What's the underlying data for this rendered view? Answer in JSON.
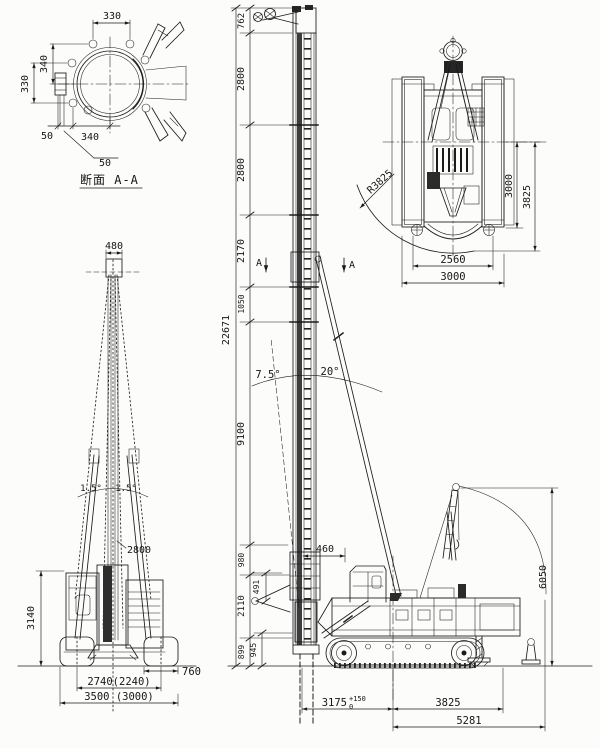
{
  "section_view": {
    "title": "断面 A-A",
    "dim_top": "330",
    "dim_left_inner": "340",
    "dim_left_outer": "330",
    "dim_bottom_offset": "50",
    "dim_bottom": "340",
    "dim_leader": "50"
  },
  "plan_view": {
    "dim_radius": "R3825",
    "dim_body_len": "3000",
    "dim_tail_len": "3825",
    "dim_track_centers": "2560",
    "dim_overall_width": "3000"
  },
  "front_view": {
    "dim_head_width": "480",
    "angle_left": "1.5°",
    "angle_right": "1.5°",
    "dim_leg_spread": "2800",
    "dim_body_height": "3140",
    "dim_shoe_width": "760",
    "dim_gauge": "2740(2240)",
    "dim_overall": "3500 (3000)"
  },
  "elevation_view": {
    "dim_overall": "22671",
    "segments": [
      "762",
      "2800",
      "2800",
      "2170",
      "1050",
      "9100",
      "980",
      "2110",
      "899"
    ],
    "dim_aux_945": "945",
    "dim_aux_491": "491",
    "dim_offset": "460",
    "angle_left": "7.5°",
    "angle_right": "20°",
    "marker_left": "A",
    "marker_right": "A"
  },
  "side_view": {
    "dim_jib_height": "6050",
    "dim_front_base": "3175",
    "tol_plus": "+150",
    "tol_minus": "0",
    "dim_rear_base": "3825",
    "dim_overall": "5281"
  }
}
